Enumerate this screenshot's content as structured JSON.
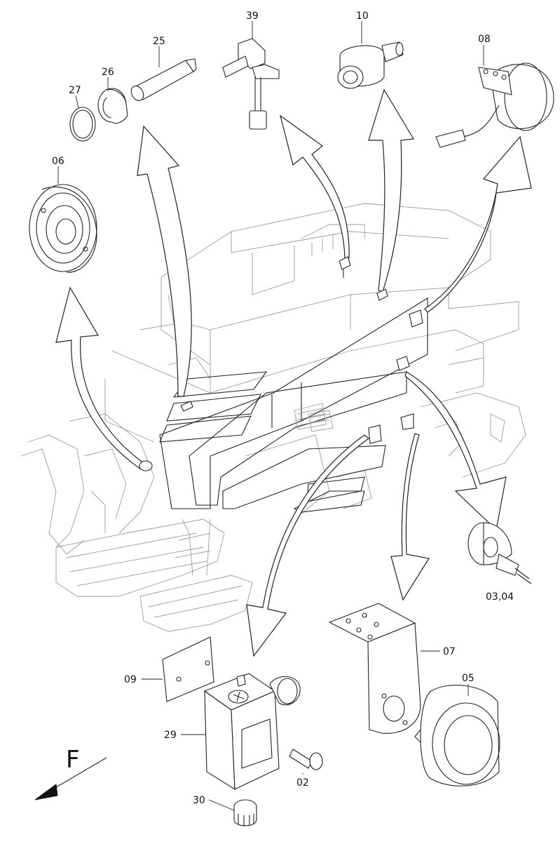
{
  "callouts": [
    {
      "id": "39",
      "label": "39"
    },
    {
      "id": "10",
      "label": "10"
    },
    {
      "id": "08",
      "label": "08"
    },
    {
      "id": "25",
      "label": "25"
    },
    {
      "id": "26",
      "label": "26"
    },
    {
      "id": "27",
      "label": "27"
    },
    {
      "id": "06",
      "label": "06"
    },
    {
      "id": "03-04",
      "label": "03,04"
    },
    {
      "id": "07",
      "label": "07"
    },
    {
      "id": "05",
      "label": "05"
    },
    {
      "id": "09",
      "label": "09"
    },
    {
      "id": "29",
      "label": "29"
    },
    {
      "id": "02",
      "label": "02"
    },
    {
      "id": "30",
      "label": "30"
    }
  ],
  "direction": {
    "label": "F"
  }
}
